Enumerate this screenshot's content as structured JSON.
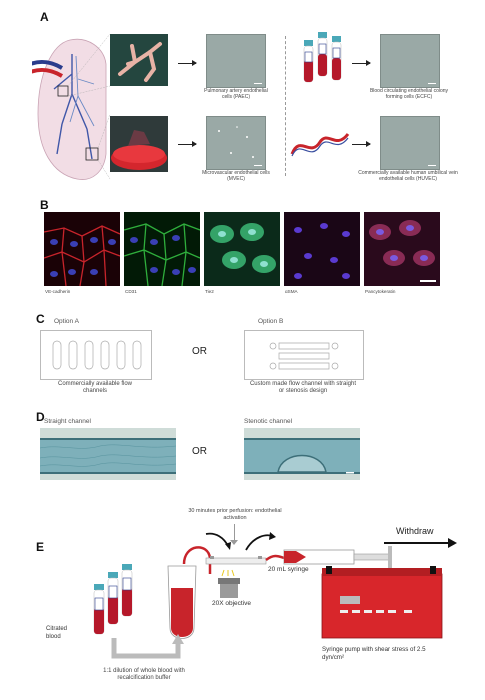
{
  "panel_a": {
    "letter": "A",
    "pulmonary_cells": "Pulmonary artery endothelial cells (PAEC)",
    "micro_cells": "Microvascular endothelial cells (MVEC)",
    "blood_cells": "Blood circulating endothelial colony forming cells (ECFC)",
    "huvec_cells": "Commercially available human umbilical vein endothelial cells (HUVEC)"
  },
  "panel_b": {
    "letter": "B",
    "stains": [
      "VE-cadherin",
      "CD31",
      "Tie2",
      "αSMA",
      "Pancytokeratin"
    ],
    "colors": [
      "#c8242b",
      "#2fae3c",
      "#2cae6a",
      "#6a1f4e",
      "#b23a6e"
    ]
  },
  "panel_c": {
    "letter": "C",
    "option_a_title": "Option A",
    "option_a_caption": "Commercially available flow channels",
    "or_text": "OR",
    "option_b_title": "Option B",
    "option_b_caption": "Custom made flow channel with straight or stenosis design"
  },
  "panel_d": {
    "letter": "D",
    "straight_title": "Straight channel",
    "or_text": "OR",
    "stenotic_title": "Stenotic channel"
  },
  "panel_e": {
    "letter": "E",
    "activation_note": "30 minutes prior perfusion: endothelial activation",
    "withdraw": "Withdraw",
    "syringe": "20 mL syringe",
    "objective": "20X objective",
    "citrated": "Citrated blood",
    "dilution": "1:1 dilution of whole blood with recalcification buffer",
    "pump": "Syringe pump with shear stress of 2.5 dyn/cm²"
  }
}
